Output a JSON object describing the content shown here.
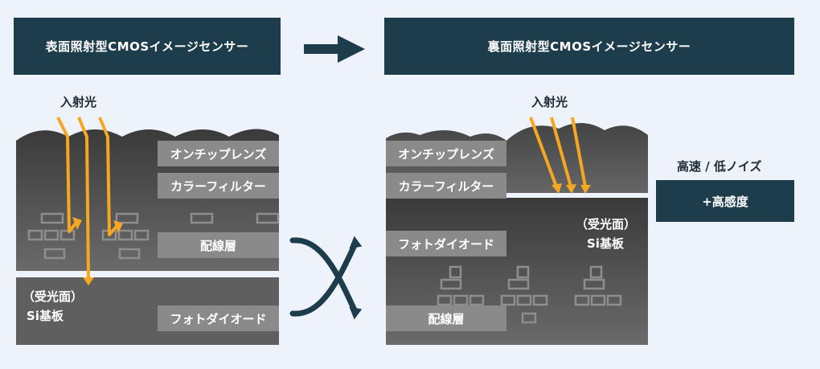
{
  "front": {
    "title": "表面照射型CMOSイメージセンサー",
    "incident_light": "入射光",
    "on_chip_lens": "オンチップレンズ",
    "color_filter": "カラーフィルター",
    "wiring_layer": "配線層",
    "substrate_line1": "（受光面）",
    "substrate_line2": "Si基板",
    "photodiode": "フォトダイオード"
  },
  "back": {
    "title": "裏面照射型CMOSイメージセンサー",
    "incident_light": "入射光",
    "on_chip_lens": "オンチップレンズ",
    "color_filter": "カラーフィルター",
    "photodiode": "フォトダイオード",
    "substrate_line1": "（受光面）",
    "substrate_line2": "Si基板",
    "wiring_layer": "配線層"
  },
  "benefit": {
    "label": "高速 / 低ノイズ",
    "badge": "+高感度"
  },
  "colors": {
    "navy": "#1d3c4c",
    "arrow_orange": "#f5a623",
    "label_gray": "#8a8a8a"
  }
}
